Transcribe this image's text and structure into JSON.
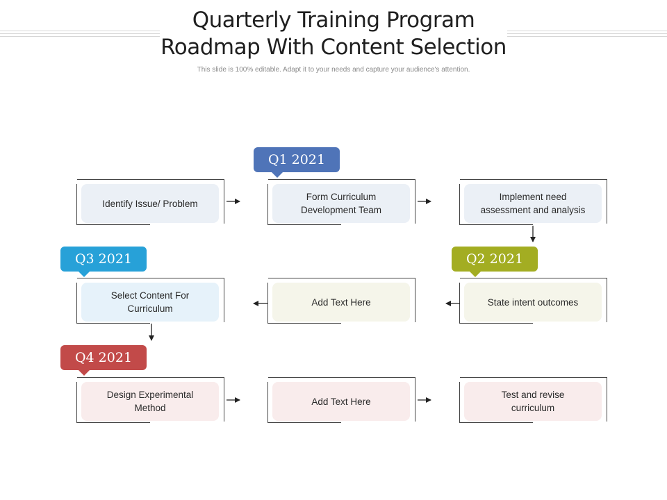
{
  "title_lines": [
    "Quarterly Training Program",
    "Roadmap With Content Selection"
  ],
  "subtitle": "This slide is 100% editable. Adapt it to your needs and capture your audience's attention.",
  "badges": {
    "q1": {
      "label": "Q1 2021",
      "color": "#4f74b8"
    },
    "q2": {
      "label": "Q2 2021",
      "color": "#a3ad22"
    },
    "q3": {
      "label": "Q3 2021",
      "color": "#27a1d8"
    },
    "q4": {
      "label": "Q4 2021",
      "color": "#c24a49"
    }
  },
  "steps": {
    "r1c1": {
      "line1": "Identify Issue/ Problem",
      "line2": ""
    },
    "r1c2": {
      "line1": "Form Curriculum",
      "line2": "Development Team"
    },
    "r1c3": {
      "line1": "Implement need",
      "line2": "assessment and analysis"
    },
    "r2c1": {
      "line1": "Select Content For",
      "line2": "Curriculum"
    },
    "r2c2": {
      "line1": "Add Text Here",
      "line2": ""
    },
    "r2c3": {
      "line1": "State intent outcomes",
      "line2": ""
    },
    "r3c1": {
      "line1": "Design Experimental",
      "line2": "Method"
    },
    "r3c2": {
      "line1": "Add Text Here",
      "line2": ""
    },
    "r3c3": {
      "line1": "Test and revise",
      "line2": "curriculum"
    }
  }
}
